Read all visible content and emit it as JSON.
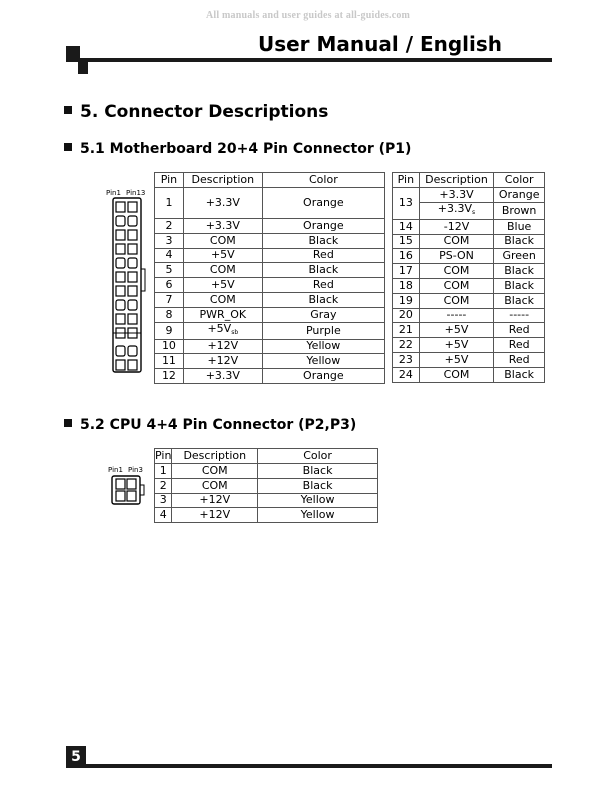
{
  "watermark": "All manuals and user guides at all-guides.com",
  "header": {
    "title": "User Manual / English"
  },
  "section": {
    "title": "5. Connector Descriptions"
  },
  "sub1": {
    "title": "5.1  Motherboard 20+4 Pin Connector (P1)",
    "pin_labels": [
      "Pin1",
      "Pin13"
    ],
    "headers": [
      "Pin",
      "Description",
      "Color"
    ],
    "left_rows": [
      [
        "1",
        "+3.3V",
        "Orange"
      ],
      [
        "2",
        "+3.3V",
        "Orange"
      ],
      [
        "3",
        "COM",
        "Black"
      ],
      [
        "4",
        "+5V",
        "Red"
      ],
      [
        "5",
        "COM",
        "Black"
      ],
      [
        "6",
        "+5V",
        "Red"
      ],
      [
        "7",
        "COM",
        "Black"
      ],
      [
        "8",
        "PWR_OK",
        "Gray"
      ],
      [
        "9",
        "+5V",
        "Purple"
      ],
      [
        "10",
        "+12V",
        "Yellow"
      ],
      [
        "11",
        "+12V",
        "Yellow"
      ],
      [
        "12",
        "+3.3V",
        "Orange"
      ]
    ],
    "pin9_sub": "sb",
    "pin13": {
      "pin": "13",
      "desc1": "+3.3V",
      "color1": "Orange",
      "desc2": "+3.3V",
      "desc2_sub": "s",
      "color2": "Brown"
    },
    "right_rows": [
      [
        "14",
        "-12V",
        "Blue"
      ],
      [
        "15",
        "COM",
        "Black"
      ],
      [
        "16",
        "PS-ON",
        "Green"
      ],
      [
        "17",
        "COM",
        "Black"
      ],
      [
        "18",
        "COM",
        "Black"
      ],
      [
        "19",
        "COM",
        "Black"
      ],
      [
        "20",
        "-----",
        "-----"
      ],
      [
        "21",
        "+5V",
        "Red"
      ],
      [
        "22",
        "+5V",
        "Red"
      ],
      [
        "23",
        "+5V",
        "Red"
      ],
      [
        "24",
        "COM",
        "Black"
      ]
    ]
  },
  "sub2": {
    "title": "5.2  CPU 4+4 Pin Connector (P2,P3)",
    "pin_labels": [
      "Pin1",
      "Pin3"
    ],
    "headers": [
      "Pin",
      "Description",
      "Color"
    ],
    "rows": [
      [
        "1",
        "COM",
        "Black"
      ],
      [
        "2",
        "COM",
        "Black"
      ],
      [
        "3",
        "+12V",
        "Yellow"
      ],
      [
        "4",
        "+12V",
        "Yellow"
      ]
    ]
  },
  "footer": {
    "page_number": "5"
  }
}
